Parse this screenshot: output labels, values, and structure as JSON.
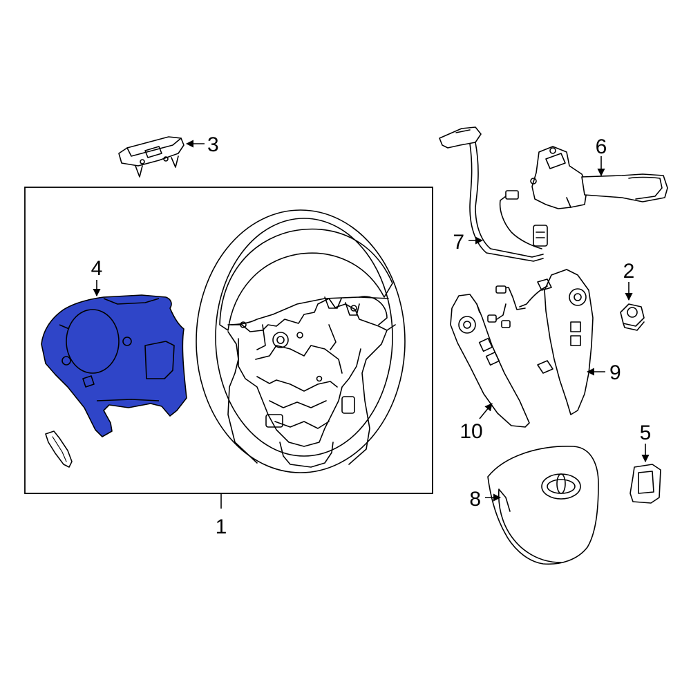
{
  "highlight_color": "#2f45c8",
  "callouts": {
    "c1": "1",
    "c2": "2",
    "c3": "3",
    "c4": "4",
    "c5": "5",
    "c6": "6",
    "c7": "7",
    "c8": "8",
    "c9": "9",
    "c10": "10"
  },
  "highlighted_part": "4"
}
